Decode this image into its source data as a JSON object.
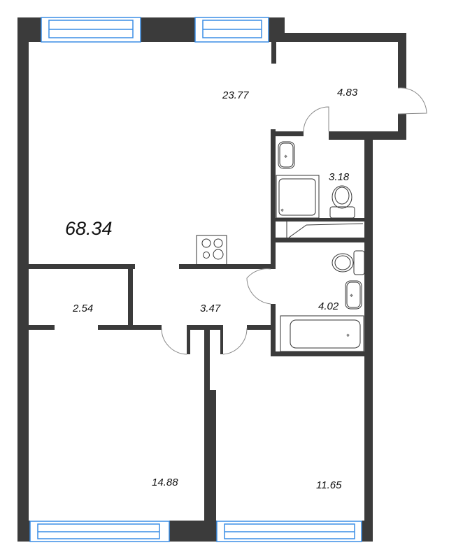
{
  "plan": {
    "type": "apartment floor plan",
    "total_area": "68.34",
    "colors": {
      "wall": "#3b3b3b",
      "window": "#3a8ee6",
      "background": "#ffffff",
      "fixture_line": "#333333"
    },
    "rooms": [
      {
        "id": "kitchen-living",
        "area": "23.77"
      },
      {
        "id": "loggia",
        "area": "4.83"
      },
      {
        "id": "shower-room",
        "area": "3.18"
      },
      {
        "id": "bathroom",
        "area": "4.02"
      },
      {
        "id": "closet",
        "area": "2.54"
      },
      {
        "id": "hallway",
        "area": "3.47"
      },
      {
        "id": "bedroom-left",
        "area": "14.88"
      },
      {
        "id": "bedroom-right",
        "area": "11.65"
      }
    ],
    "fixtures": [
      "stove-icon",
      "sink-icon",
      "shower-tray-icon",
      "toilet-icon",
      "bathtub-icon"
    ]
  }
}
